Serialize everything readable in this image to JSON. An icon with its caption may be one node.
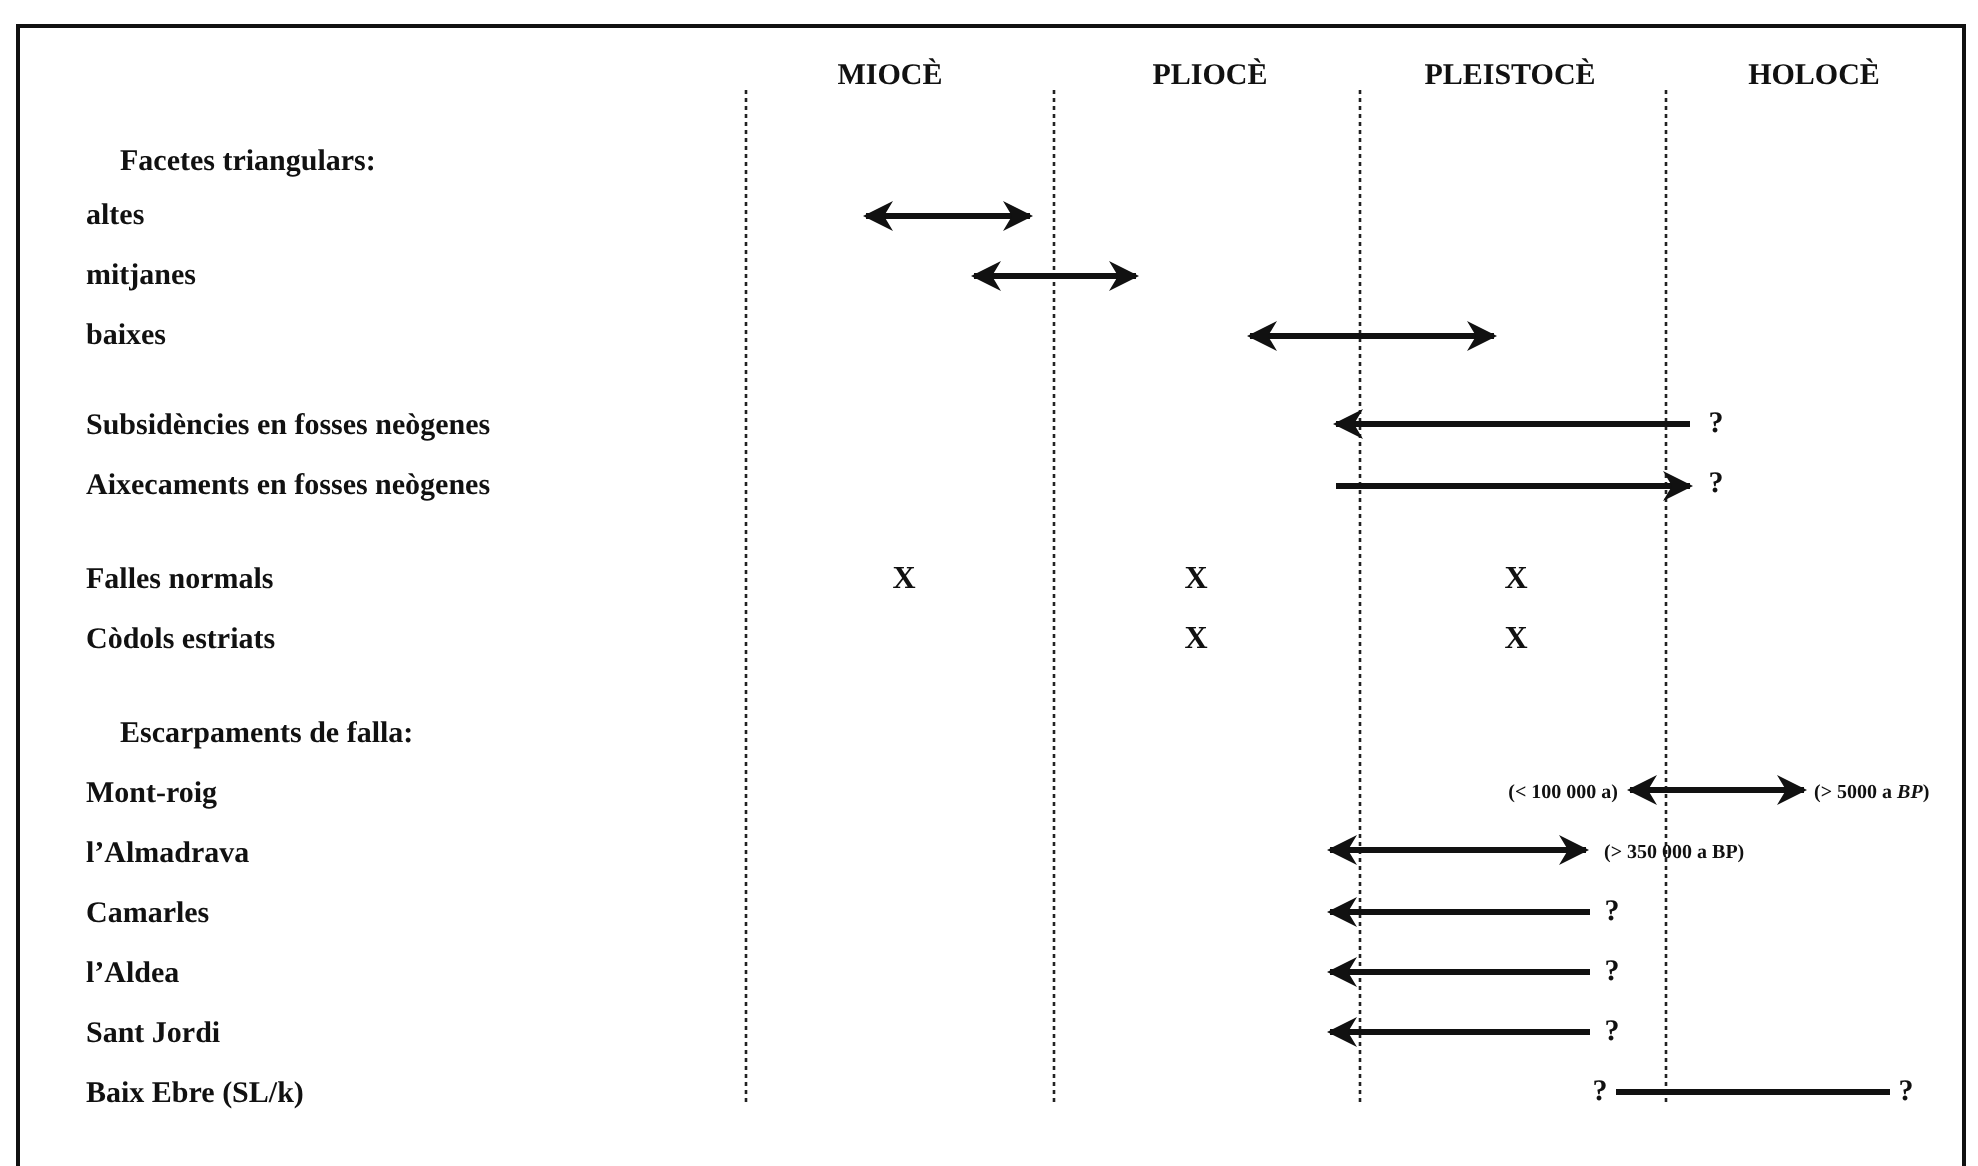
{
  "diagram": {
    "labels": [
      "MIOCÈ",
      "PLIOCÈ",
      "PLEISTOCÈ",
      "HOLOCÈ",
      "Facetes triangulars:",
      "altes",
      "mitjanes",
      "baixes",
      "Subsidències en fosses neògenes",
      "?",
      "Aixecaments en fosses neògenes",
      "?",
      "Falles normals",
      "X",
      "X",
      "X",
      "Còdols estriats",
      "X",
      "X",
      "Escarpaments de falla:",
      "Mont-roig",
      "(< 100 000 a)",
      "(> 5000 a *BP*)",
      "l’Almadrava",
      "(> 350 000 a BP)",
      "Camarles",
      "?",
      "l’Aldea",
      "?",
      "Sant Jordi",
      "?",
      "Baix Ebre (SL/k)",
      "?",
      "?"
    ]
  }
}
